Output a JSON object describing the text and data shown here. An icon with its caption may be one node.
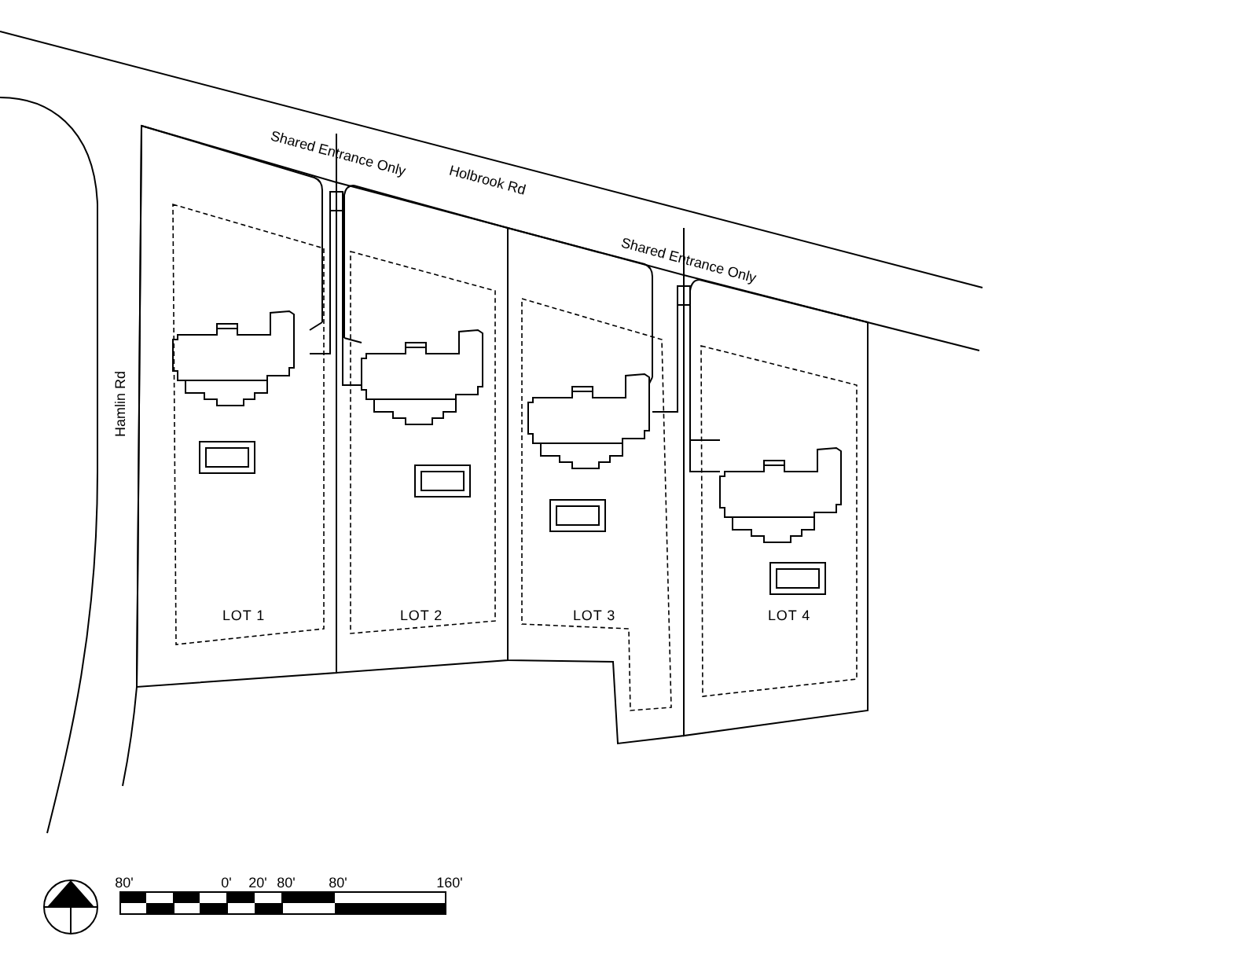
{
  "diagram": {
    "nodes": [
      {
        "text": [
          "LOT 1"
        ]
      },
      {
        "text": [
          "LOT 2"
        ]
      },
      {
        "text": [
          "LOT 3"
        ]
      },
      {
        "text": [
          "LOT 4"
        ]
      }
    ],
    "edges": [],
    "labels": [
      "Shared Entrance Only",
      "Holbrook Rd",
      "Shared Entrance Only",
      "Hamlin Rd",
      "80'",
      "0'",
      "20'",
      "80'",
      "80'",
      "160'"
    ]
  }
}
